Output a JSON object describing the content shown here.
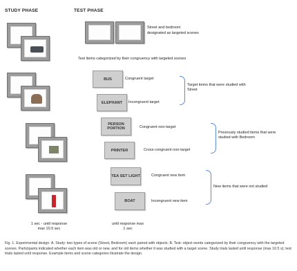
{
  "headers": {
    "study": "STUDY PHASE",
    "test": "TEST PHASE"
  },
  "notes": {
    "scenes": "Street and bedroom",
    "scenes2": "designated as targeted scenes",
    "categorized": "Test items categorized by their congruency with targeted scenes"
  },
  "words": [
    "BUS",
    "ELEPHANT",
    "PERSON PORTION",
    "PRINTER",
    "TEA SET LIGHT",
    "BOAT"
  ],
  "labels": {
    "congruent_target": "Congruent target",
    "incongruent_target": "Incongruent target",
    "congruent_nontarget": "Congruent non-target",
    "cross_congruent_nontarget": "Cross-congruent non-target",
    "congruent_new": "Congruent new item",
    "incongruent_new": "Incongruent new item"
  },
  "brace_notes": {
    "targets": "Target items that were studied with Street",
    "nontargets": "Previously studied items that were studied with Bedroom",
    "new": "New items that were not studied"
  },
  "timing": {
    "study": "1 sec - until response max 10.5 sec",
    "test": "until response max 1 sec"
  },
  "caption": "Fig. 1. Experimental design. A. Study: two types of scene (Street, Bedroom) each paired with objects; B. Test: object words categorized by their congruency with the targeted scenes. Participants indicated whether each item was old or new, and for old items whether it was studied with a target scene. Study trials lasted until response (max 10.5 s); test trials lasted until response. Example items and scene categories illustrate the design."
}
